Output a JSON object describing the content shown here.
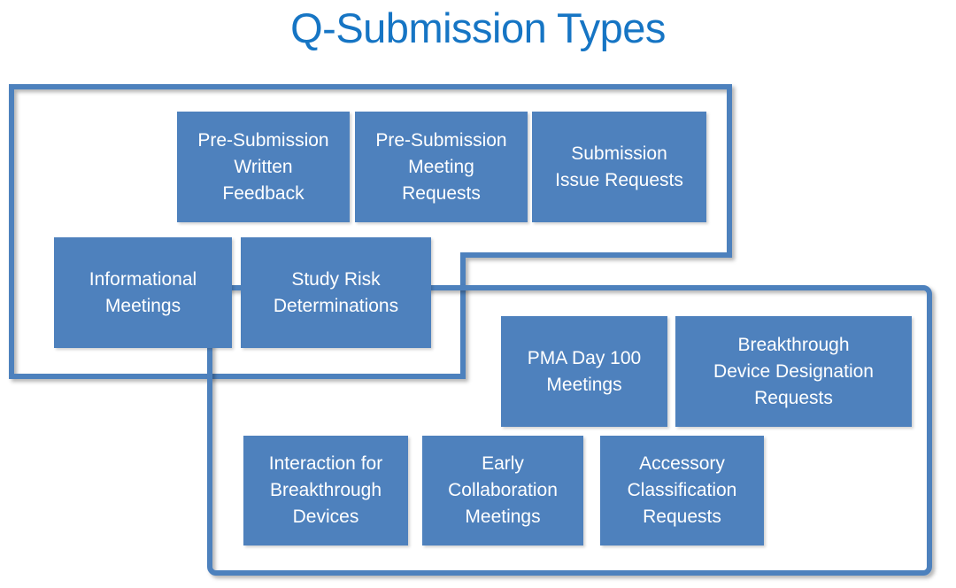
{
  "page": {
    "title": "Q-Submission Types",
    "title_color": "#1675C4",
    "box_fill": "#4E81BD",
    "box_text_color": "#FFFFFF",
    "frame_border_color": "#4E81BD",
    "background": "#FFFFFF"
  },
  "groups": [
    {
      "name": "upper-left-group",
      "boxes": [
        {
          "label": "Pre-Submission\nWritten\nFeedback",
          "name": "box-pre-submission-written-feedback"
        },
        {
          "label": "Pre-Submission\nMeeting\nRequests",
          "name": "box-pre-submission-meeting-requests"
        },
        {
          "label": "Submission\nIssue Requests",
          "name": "box-submission-issue-requests"
        },
        {
          "label": "Informational\nMeetings",
          "name": "box-informational-meetings"
        },
        {
          "label": "Study Risk\nDeterminations",
          "name": "box-study-risk-determinations"
        }
      ]
    },
    {
      "name": "lower-right-group",
      "boxes": [
        {
          "label": "PMA Day 100\nMeetings",
          "name": "box-pma-day-100-meetings"
        },
        {
          "label": "Breakthrough\nDevice Designation\nRequests",
          "name": "box-breakthrough-device-designation-requests"
        },
        {
          "label": "Interaction for\nBreakthrough\nDevices",
          "name": "box-interaction-for-breakthrough-devices"
        },
        {
          "label": "Early\nCollaboration\nMeetings",
          "name": "box-early-collaboration-meetings"
        },
        {
          "label": "Accessory\nClassification\nRequests",
          "name": "box-accessory-classification-requests"
        }
      ]
    }
  ]
}
